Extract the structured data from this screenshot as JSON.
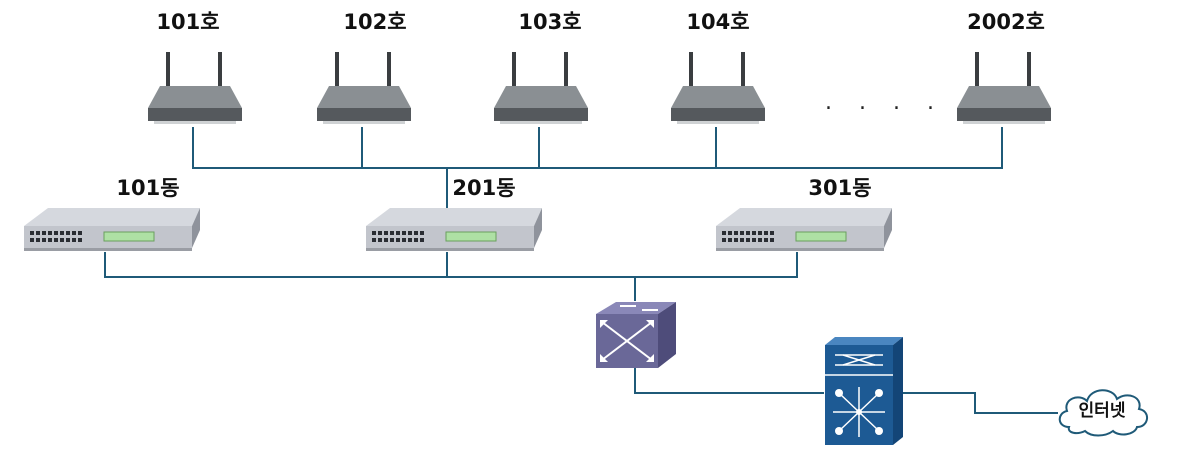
{
  "rooms": [
    {
      "id": "101",
      "label": "101호"
    },
    {
      "id": "102",
      "label": "102호"
    },
    {
      "id": "103",
      "label": "103호"
    },
    {
      "id": "104",
      "label": "104호"
    },
    {
      "id": "2002",
      "label": "2002호"
    }
  ],
  "ellipsis": ". . . .",
  "buildings": [
    {
      "id": "101",
      "label": "101동"
    },
    {
      "id": "201",
      "label": "201동"
    },
    {
      "id": "301",
      "label": "301동"
    }
  ],
  "internet": {
    "label": "인터넷"
  },
  "colors": {
    "line": "#1f5a78",
    "router_body": "#5f6468",
    "switch_body": "#b9bcc4",
    "core_switch": "#6a6898",
    "firewall": "#1d5a94"
  },
  "icons": {
    "router": "wifi-router-icon",
    "switch": "network-switch-icon",
    "core": "layer3-switch-icon",
    "firewall": "multilayer-switch-icon",
    "cloud": "internet-cloud-icon"
  }
}
